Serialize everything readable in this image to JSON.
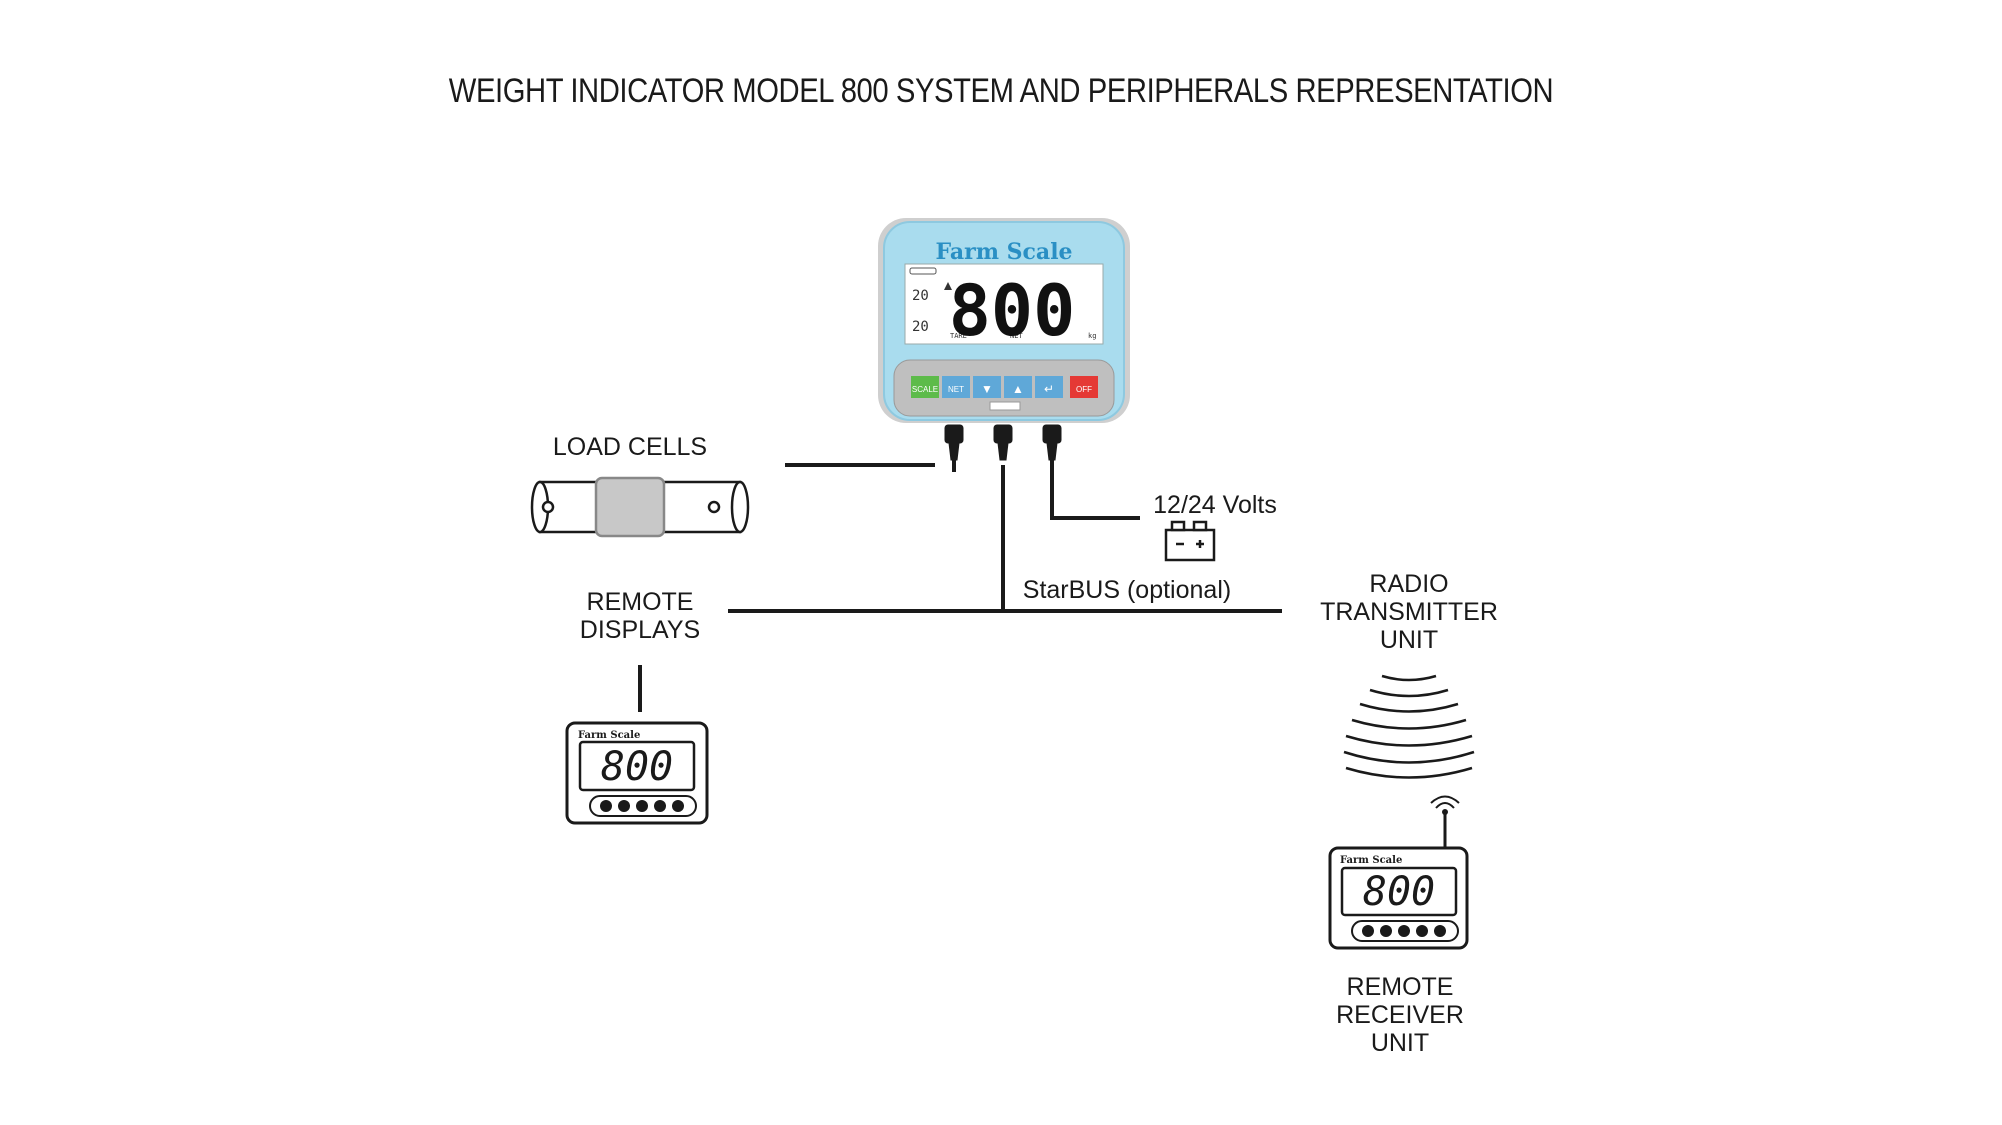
{
  "title": "WEIGHT INDICATOR MODEL 800 SYSTEM AND PERIPHERALS REPRESENTATION",
  "indicator": {
    "brand": "Farm Scale",
    "reading": "800",
    "buttons": [
      "SCALE",
      "NET",
      "",
      "",
      "",
      "OFF"
    ]
  },
  "labels": {
    "load_cells": "LOAD CELLS",
    "volts": "12/24 Volts",
    "starbus": "StarBUS (optional)",
    "remote_displays": [
      "REMOTE",
      "DISPLAYS"
    ],
    "radio_transmitter": [
      "RADIO",
      "TRANSMITTER",
      "UNIT"
    ],
    "remote_receiver": [
      "REMOTE",
      "RECEIVER",
      "UNIT"
    ]
  },
  "remote_display": {
    "brand": "Farm Scale",
    "reading": "800"
  },
  "remote_receiver_display": {
    "brand": "Farm Scale",
    "reading": "800"
  },
  "colors": {
    "indicator_frame": "#a9dcee",
    "indicator_button": "#5fa8d8",
    "button_green": "#5dbb4a",
    "button_red": "#e53935",
    "brand_text": "#2a8fc4"
  }
}
